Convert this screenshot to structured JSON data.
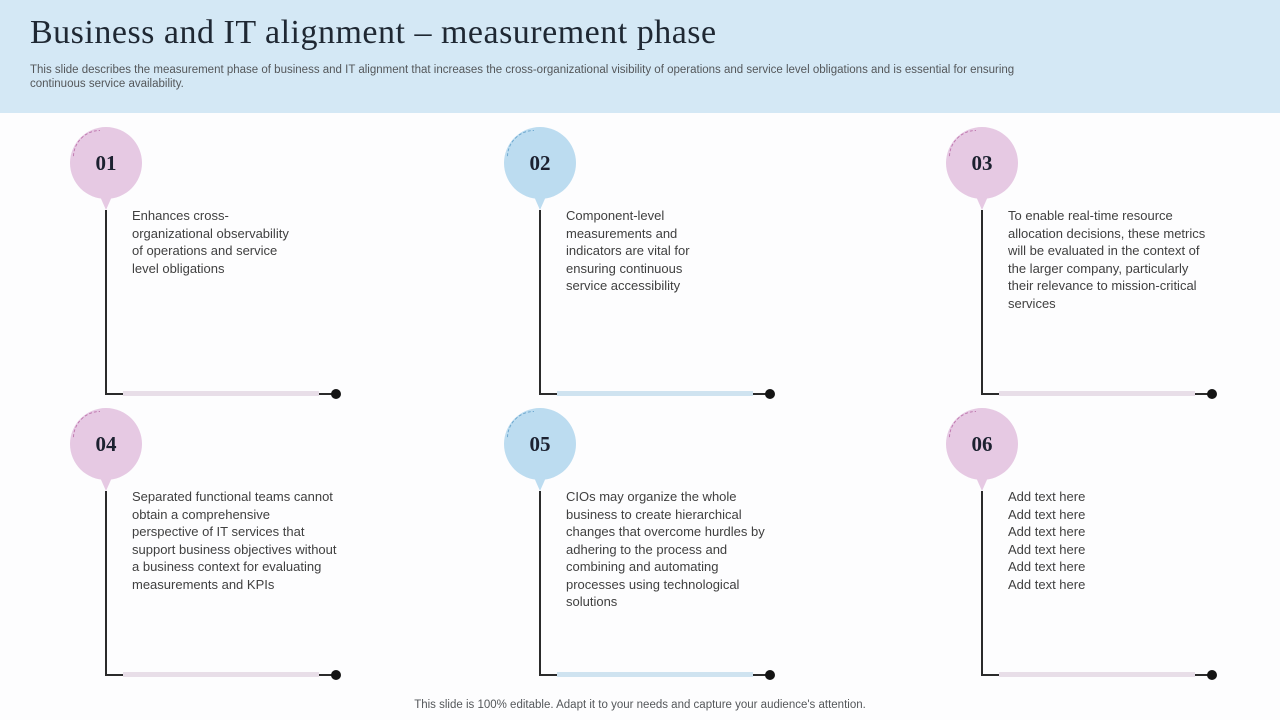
{
  "slide": {
    "title": "Business and IT alignment – measurement phase",
    "subtitle": "This slide describes the measurement phase of business and IT alignment that increases the cross-organizational visibility of operations and service level obligations and is essential for ensuring continuous service availability.",
    "footer": "This slide is 100% editable. Adapt it to your needs and capture your audience's attention.",
    "colors": {
      "header_bg": "#d4e8f5",
      "title": "#1f2833",
      "subtitle": "#54575a",
      "body_text": "#404040",
      "line": "#2b2b2b",
      "dot": "#141414",
      "number": "#1c2130",
      "pink_fill": "#e6c9e3",
      "pink_dash": "#c07ab0",
      "pink_band": "#e8dee8",
      "blue_fill": "#bcdcf0",
      "blue_dash": "#6fa9cf",
      "blue_band": "#cfe3f0"
    },
    "items": [
      {
        "number": "01",
        "color": "pink",
        "text": "Enhances cross-organizational observability of operations and service level obligations"
      },
      {
        "number": "02",
        "color": "blue",
        "text": "Component-level measurements and indicators are vital for ensuring continuous service accessibility"
      },
      {
        "number": "03",
        "color": "pink",
        "text": "To enable real-time resource allocation decisions, these metrics will be evaluated in the context of the larger company, particularly their relevance to mission-critical services"
      },
      {
        "number": "04",
        "color": "pink",
        "text": "Separated functional teams cannot obtain a comprehensive perspective of IT services that support business objectives without a business context for evaluating measurements and KPIs"
      },
      {
        "number": "05",
        "color": "blue",
        "text": "CIOs may organize the whole business to create hierarchical changes that overcome hurdles by adhering to the process and combining and automating processes using technological solutions"
      },
      {
        "number": "06",
        "color": "pink",
        "text": "Add text here\nAdd text here\nAdd text here\nAdd text here\nAdd text here\nAdd text here"
      }
    ]
  }
}
